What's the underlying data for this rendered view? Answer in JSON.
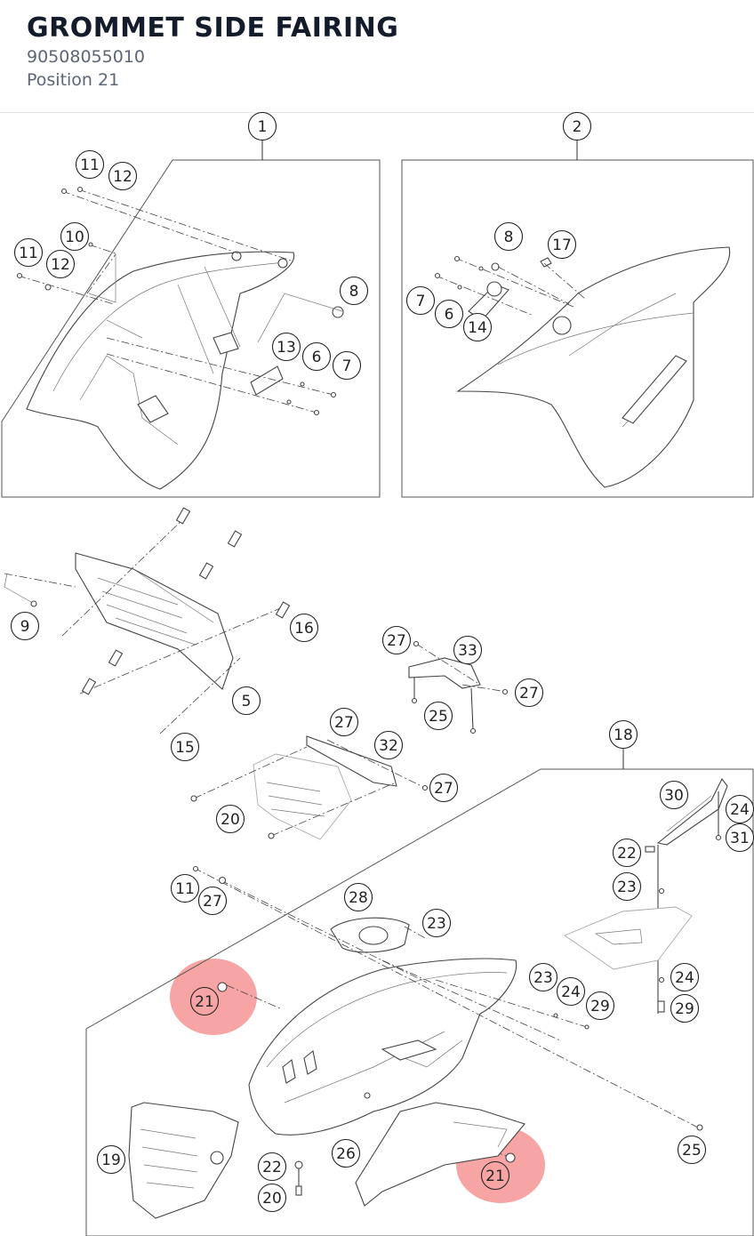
{
  "header": {
    "title": "GROMMET SIDE FAIRING",
    "part_number": "90508055010",
    "position": "Position 21"
  },
  "highlight": {
    "position_number": "21",
    "color": "#f05a5a"
  },
  "callouts": [
    "1",
    "11",
    "12",
    "10",
    "11",
    "12",
    "8",
    "13",
    "6",
    "7",
    "2",
    "8",
    "17",
    "7",
    "6",
    "14",
    "9",
    "16",
    "5",
    "15",
    "27",
    "33",
    "27",
    "25",
    "27",
    "32",
    "27",
    "20",
    "18",
    "30",
    "24",
    "31",
    "22",
    "23",
    "11",
    "27",
    "28",
    "23",
    "21",
    "23",
    "24",
    "29",
    "24",
    "29",
    "19",
    "22",
    "20",
    "26",
    "21",
    "25"
  ]
}
